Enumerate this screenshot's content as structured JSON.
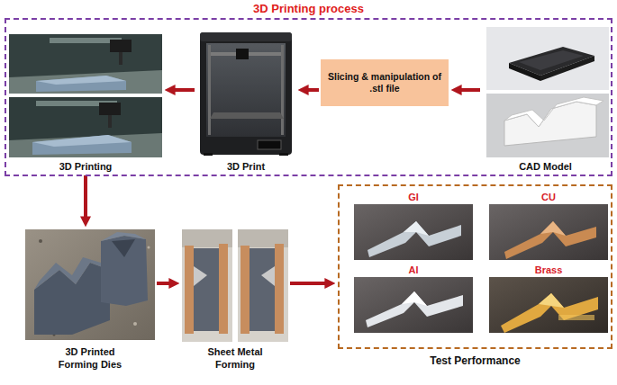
{
  "diagram": {
    "nodes": [
      {
        "text": [
          "3D Printing process"
        ]
      },
      {
        "text": [
          "3D Printing"
        ],
        "in": 0
      },
      {
        "text": [
          "3D Print"
        ],
        "in": 0
      },
      {
        "text": [
          "Slicing & manipulation of .stl file"
        ],
        "in": 0
      },
      {
        "text": [
          "CAD Model"
        ],
        "in": 0
      },
      {
        "text": [
          "3D Printed Forming Dies"
        ]
      },
      {
        "text": [
          "Sheet Metal Forming"
        ]
      },
      {
        "text": [
          "Test Performance"
        ]
      },
      {
        "text": [
          "GI"
        ],
        "in": 7
      },
      {
        "text": [
          "CU"
        ],
        "in": 7
      },
      {
        "text": [
          "Al"
        ],
        "in": 7
      },
      {
        "text": [
          "Brass"
        ],
        "in": 7
      }
    ],
    "edges": [
      {
        "from": 4,
        "to": 3,
        "arrow": "to"
      },
      {
        "from": 3,
        "to": 2,
        "arrow": "to"
      },
      {
        "from": 2,
        "to": 1,
        "arrow": "to"
      },
      {
        "from": 1,
        "to": 5,
        "arrow": "to"
      },
      {
        "from": 5,
        "to": 6,
        "arrow": "to"
      },
      {
        "from": 6,
        "to": 7,
        "arrow": "to"
      }
    ]
  }
}
